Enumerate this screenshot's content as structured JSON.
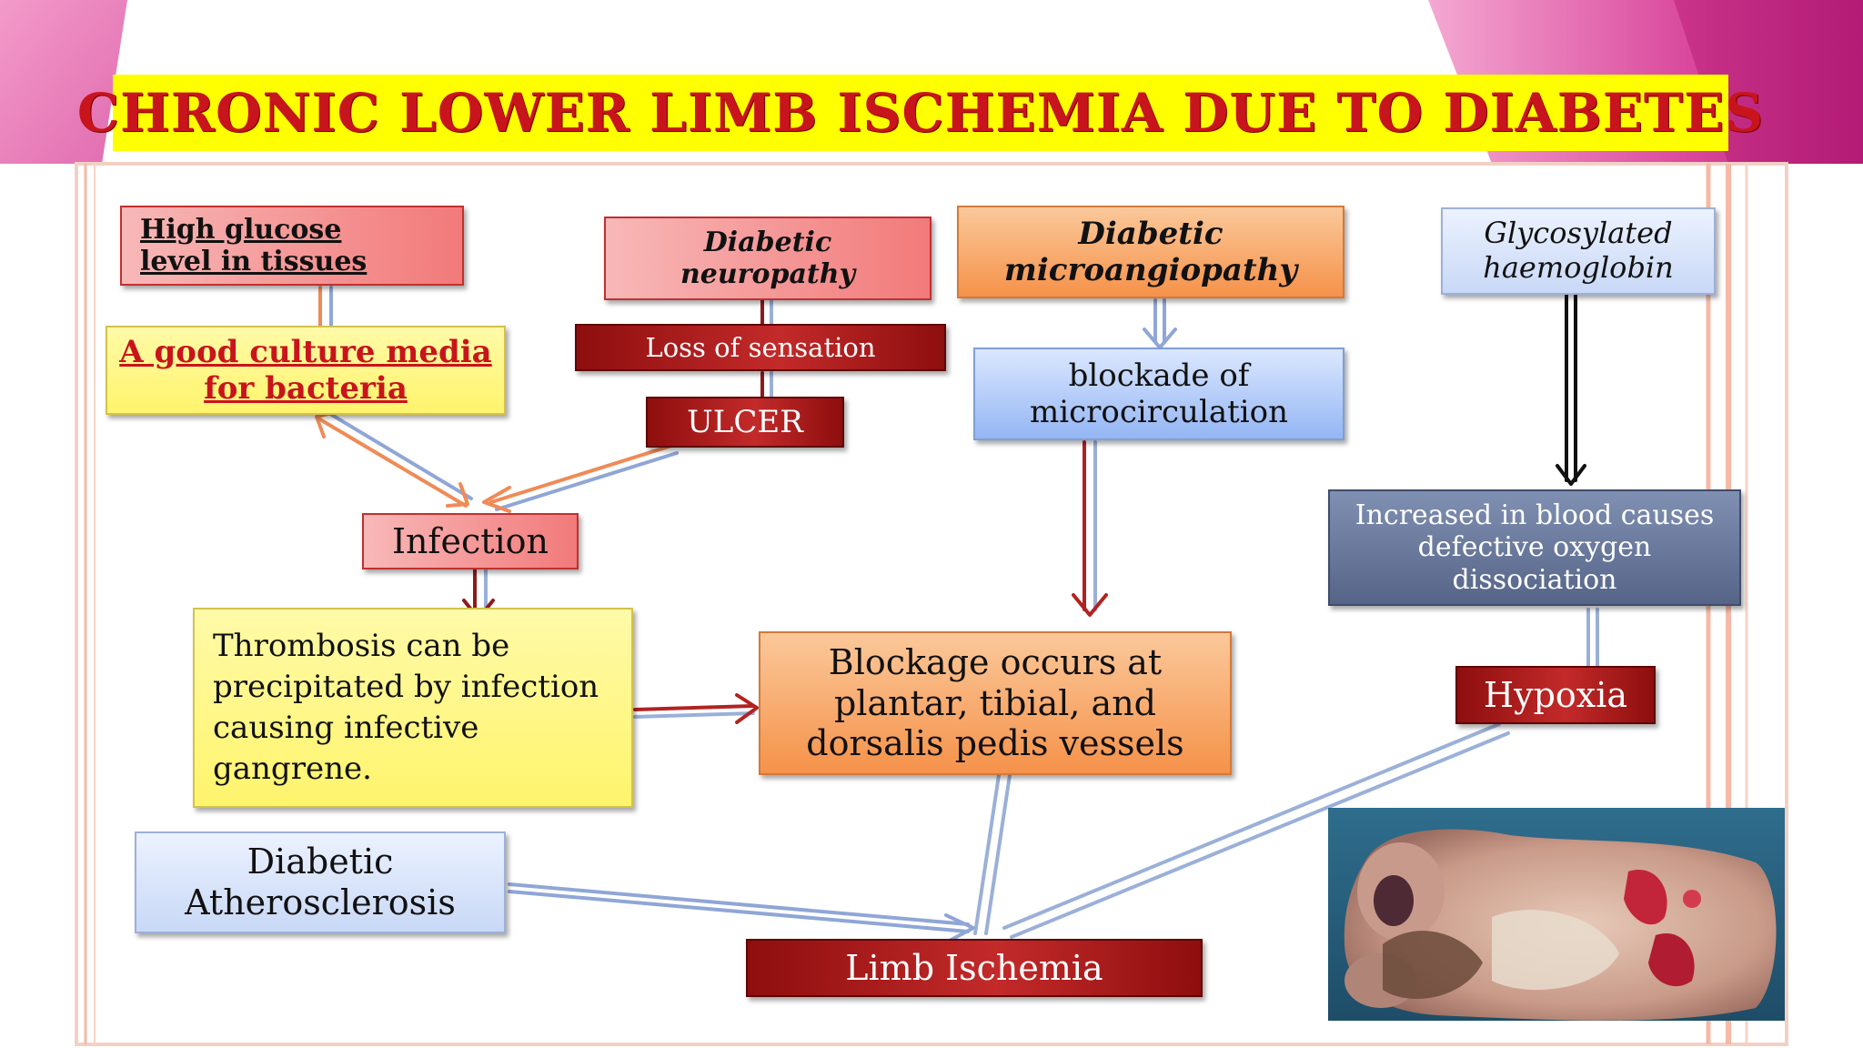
{
  "title": "CHRONIC LOWER LIMB ISCHEMIA DUE TO DIABETES",
  "colors": {
    "title_text": "#c8141c",
    "title_bg": "#ffff00",
    "slide_accent": "#e04fa0",
    "frame_line": "#f5b9a6"
  },
  "nodes": {
    "high_glucose": "High glucose level in tissues",
    "culture_media": "A good culture media for bacteria",
    "neuropathy": "Diabetic neuropathy",
    "loss_sensation": "Loss of sensation",
    "ulcer": "ULCER",
    "infection": "Infection",
    "thrombosis": "Thrombosis can be precipitated by infection causing infective gangrene.",
    "microangiopathy": "Diabetic microangiopathy",
    "blockade": "blockade of microcirculation",
    "blockage": "Blockage occurs at plantar, tibial, and dorsalis pedis vessels",
    "glycosylated": "Glycosylated haemoglobin",
    "increased": "Increased in blood causes defective oxygen dissociation",
    "hypoxia": "Hypoxia",
    "atherosclerosis": "Diabetic Atherosclerosis",
    "limb_ischemia": "Limb Ischemia"
  },
  "photo": {
    "icon": "diabetic-foot-gangrene-photo"
  }
}
